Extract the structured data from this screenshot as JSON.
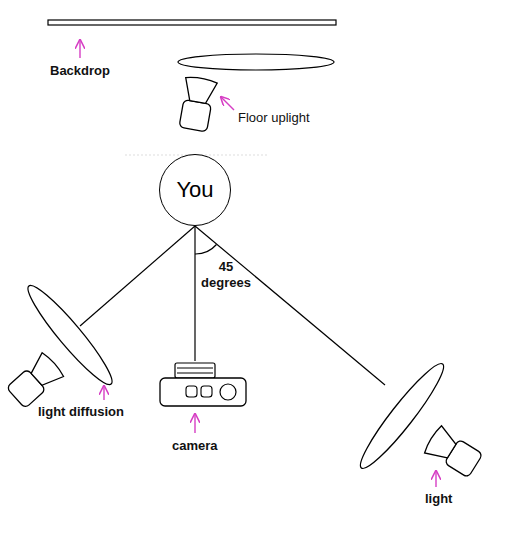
{
  "diagram": {
    "nodes": [
      {
        "text": [
          "You"
        ]
      }
    ],
    "labels": [
      "Backdrop",
      "Floor uplight",
      "45 degrees",
      "light diffusion",
      "camera",
      "light"
    ]
  }
}
